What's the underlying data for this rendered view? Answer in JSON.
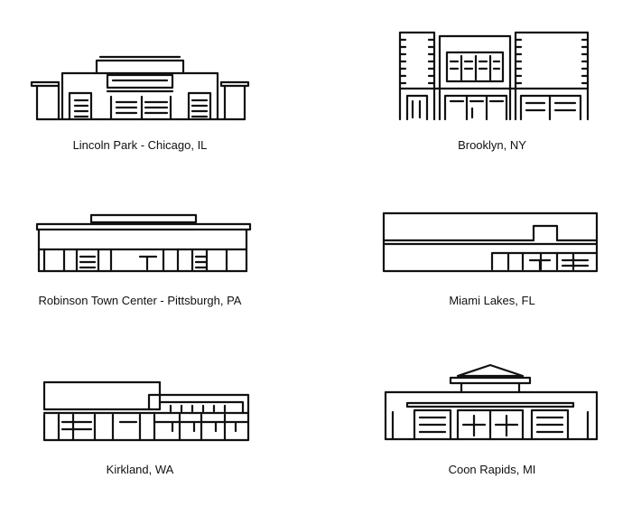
{
  "locations": [
    {
      "id": "lincoln-park",
      "label": "Lincoln Park - Chicago, IL",
      "icon": "storefront-icon"
    },
    {
      "id": "brooklyn",
      "label": "Brooklyn, NY",
      "icon": "storefront-icon"
    },
    {
      "id": "robinson",
      "label": "Robinson Town Center - Pittsburgh, PA",
      "icon": "storefront-icon"
    },
    {
      "id": "miami-lakes",
      "label": "Miami Lakes, FL",
      "icon": "storefront-icon"
    },
    {
      "id": "kirkland",
      "label": "Kirkland, WA",
      "icon": "storefront-icon"
    },
    {
      "id": "coon-rapids",
      "label": "Coon Rapids, MI",
      "icon": "storefront-icon"
    }
  ],
  "colors": {
    "line": "#111111",
    "background": "#ffffff"
  }
}
